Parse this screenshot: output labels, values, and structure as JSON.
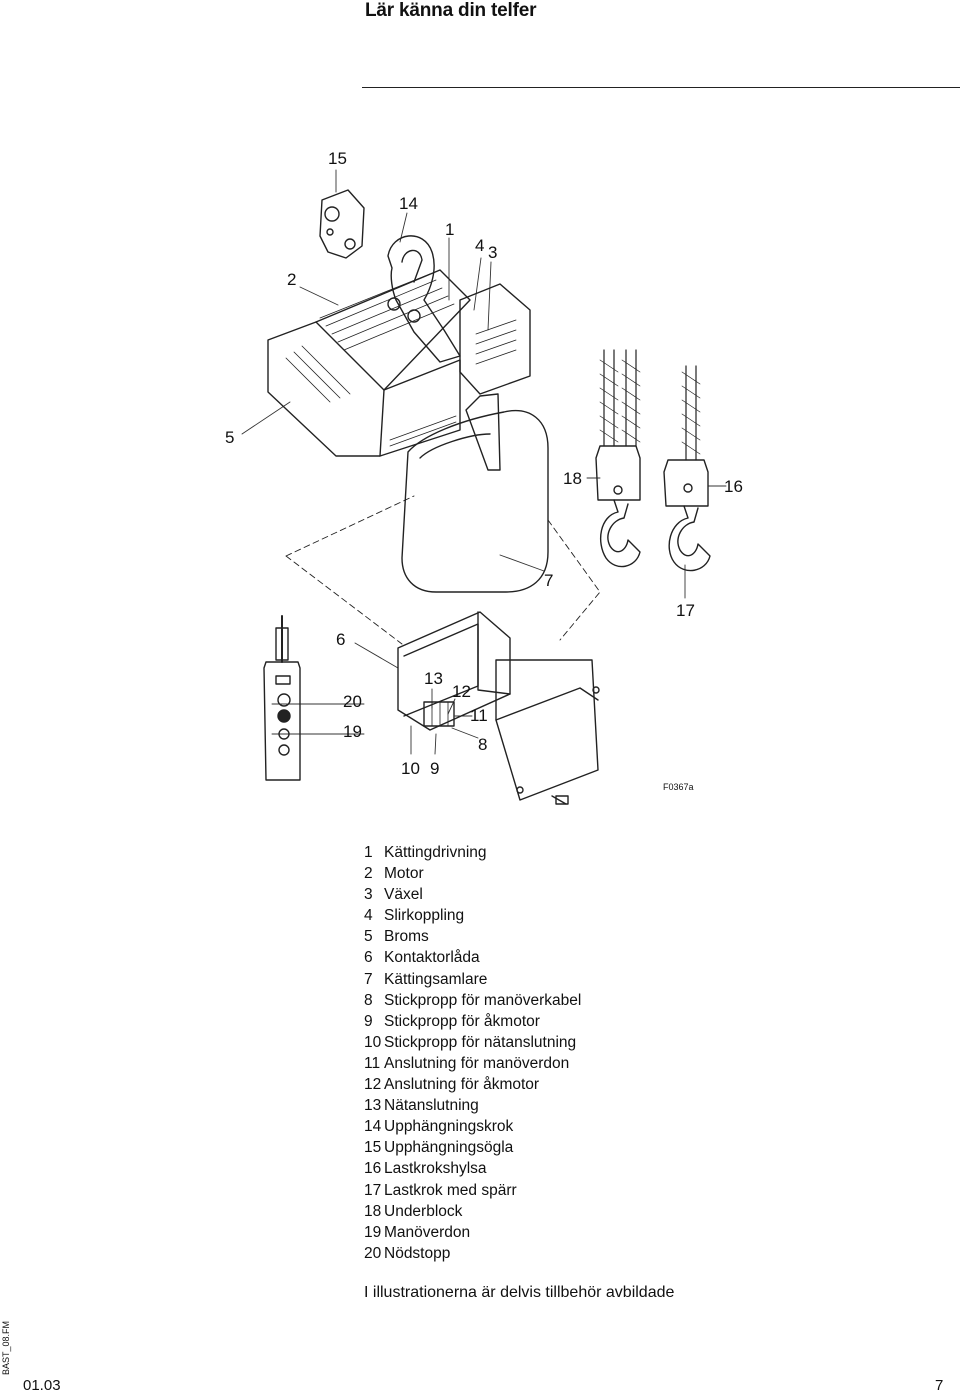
{
  "header": {
    "title": "Lär känna din telfer"
  },
  "figure": {
    "code": "F0367a",
    "callouts": [
      "15",
      "14",
      "1",
      "4",
      "3",
      "2",
      "5",
      "18",
      "16",
      "7",
      "17",
      "6",
      "20",
      "19",
      "13",
      "12",
      "11",
      "8",
      "10",
      "9"
    ]
  },
  "legend": {
    "items": [
      {
        "num": "1",
        "text": "Kättingdrivning"
      },
      {
        "num": "2",
        "text": "Motor"
      },
      {
        "num": "3",
        "text": "Växel"
      },
      {
        "num": "4",
        "text": "Slirkoppling"
      },
      {
        "num": "5",
        "text": "Broms"
      },
      {
        "num": "6",
        "text": "Kontaktorlåda"
      },
      {
        "num": "7",
        "text": "Kättingsamlare"
      },
      {
        "num": "8",
        "text": "Stickpropp för manöverkabel"
      },
      {
        "num": "9",
        "text": "Stickpropp för åkmotor"
      },
      {
        "num": "10",
        "text": "Stickpropp för nätanslutning"
      },
      {
        "num": "11",
        "text": "Anslutning för manöverdon"
      },
      {
        "num": "12",
        "text": "Anslutning för åkmotor"
      },
      {
        "num": "13",
        "text": "Nätanslutning"
      },
      {
        "num": "14",
        "text": "Upphängningskrok"
      },
      {
        "num": "15",
        "text": "Upphängningsögla"
      },
      {
        "num": "16",
        "text": "Lastkrokshylsa"
      },
      {
        "num": "17",
        "text": "Lastkrok med spärr"
      },
      {
        "num": "18",
        "text": "Underblock"
      },
      {
        "num": "19",
        "text": "Manöverdon"
      },
      {
        "num": "20",
        "text": "Nödstopp"
      }
    ]
  },
  "note": "I illustrationerna är delvis tillbehör avbildade",
  "side_code": "BAST_08.FM",
  "footer": {
    "date": "01.03",
    "page": "7"
  }
}
